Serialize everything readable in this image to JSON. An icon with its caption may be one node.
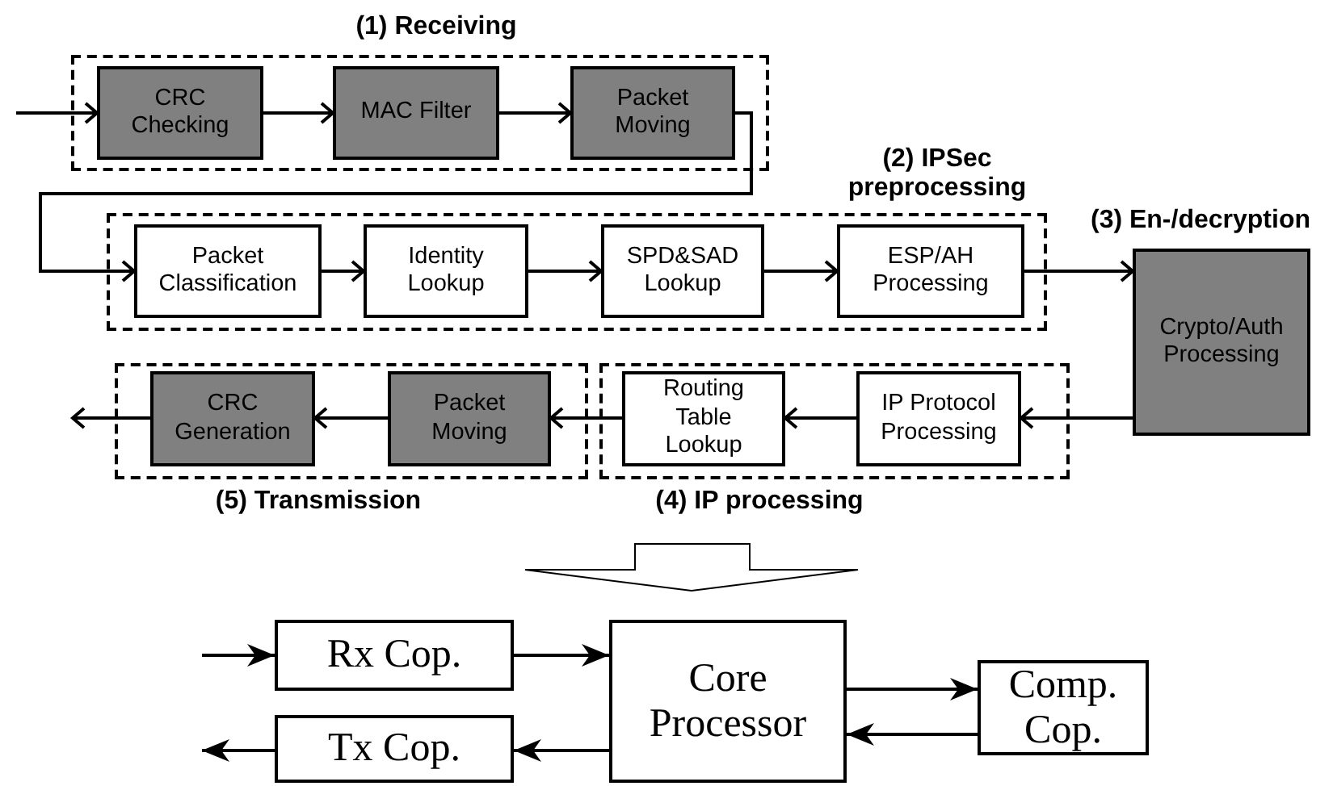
{
  "diagram": {
    "nodes": [
      {
        "text": [
          "(1) Receiving"
        ]
      },
      {
        "text": [
          "CRC Checking"
        ],
        "in": 0
      },
      {
        "text": [
          "MAC Filter"
        ],
        "in": 0
      },
      {
        "text": [
          "Packet Moving"
        ],
        "in": 0
      },
      {
        "text": [
          "(2) IPSec preprocessing"
        ]
      },
      {
        "text": [
          "Packet Classification"
        ],
        "in": 4
      },
      {
        "text": [
          "Identity Lookup"
        ],
        "in": 4
      },
      {
        "text": [
          "SPD&SAD Lookup"
        ],
        "in": 4
      },
      {
        "text": [
          "ESP/AH Processing"
        ],
        "in": 4
      },
      {
        "text": [
          "(3) En-/decryption",
          "Crypto/Auth Processing"
        ]
      },
      {
        "text": [
          "(5) Transmission"
        ]
      },
      {
        "text": [
          "CRC Generation"
        ],
        "in": 10
      },
      {
        "text": [
          "Packet Moving"
        ],
        "in": 10
      },
      {
        "text": [
          "(4) IP processing"
        ]
      },
      {
        "text": [
          "Routing Table Lookup"
        ],
        "in": 13
      },
      {
        "text": [
          "IP Protocol Processing"
        ],
        "in": 13
      },
      {
        "text": [
          "Rx Cop."
        ]
      },
      {
        "text": [
          "Core Processor"
        ]
      },
      {
        "text": [
          "Comp. Cop."
        ]
      },
      {
        "text": [
          "Tx Cop."
        ]
      }
    ],
    "edges": [
      {
        "from": null,
        "to": 1,
        "arrow": "to"
      },
      {
        "from": 1,
        "to": 2,
        "arrow": "to"
      },
      {
        "from": 2,
        "to": 3,
        "arrow": "to"
      },
      {
        "from": 3,
        "to": 5,
        "arrow": "to"
      },
      {
        "from": 5,
        "to": 6,
        "arrow": "to"
      },
      {
        "from": 6,
        "to": 7,
        "arrow": "to"
      },
      {
        "from": 7,
        "to": 8,
        "arrow": "to"
      },
      {
        "from": 8,
        "to": 9,
        "arrow": "to"
      },
      {
        "from": 9,
        "to": 15,
        "arrow": "to"
      },
      {
        "from": 15,
        "to": 14,
        "arrow": "to"
      },
      {
        "from": 14,
        "to": 12,
        "arrow": "to"
      },
      {
        "from": 12,
        "to": 11,
        "arrow": "to"
      },
      {
        "from": 11,
        "to": null,
        "arrow": "to"
      },
      {
        "from": null,
        "to": 16,
        "arrow": "to"
      },
      {
        "from": 16,
        "to": 17,
        "arrow": "to"
      },
      {
        "from": 17,
        "to": 18,
        "arrow": "to"
      },
      {
        "from": 18,
        "to": 17,
        "arrow": "to"
      },
      {
        "from": 17,
        "to": 19,
        "arrow": "to"
      },
      {
        "from": 19,
        "to": null,
        "arrow": "to"
      }
    ]
  }
}
